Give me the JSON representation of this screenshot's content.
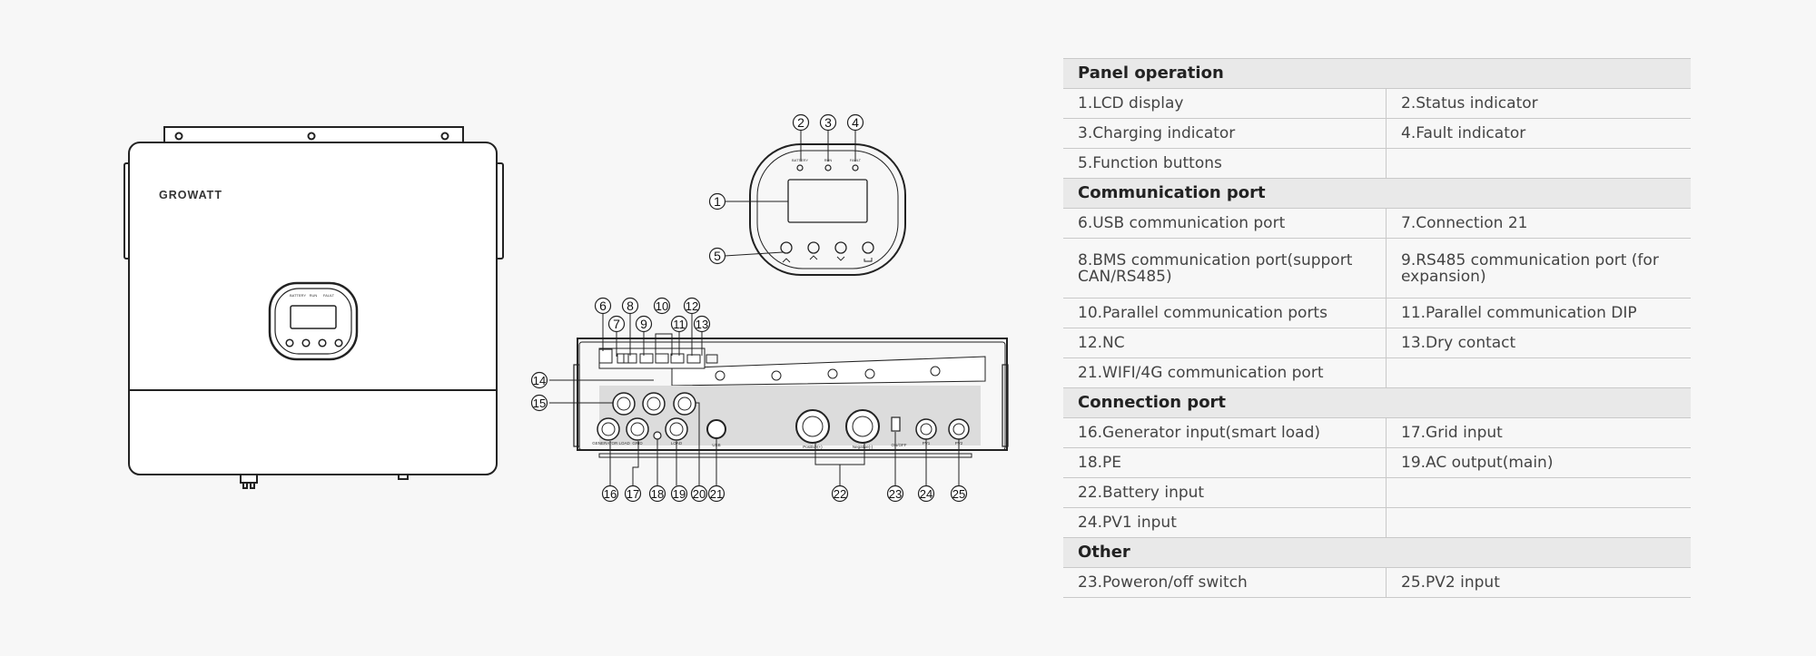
{
  "device": {
    "brand_logo": "GROWATT",
    "panel_labels": [
      "BATTERY",
      "RUN",
      "FAULT"
    ],
    "rear_labels": {
      "usb": "USB",
      "generator": "GENERATOR LOAD",
      "grid": "GRID",
      "load": "LOAD",
      "battery_pos": "Positive(+)",
      "battery_neg": "Negative(-)",
      "pv1": "PV1",
      "pv2": "PV2",
      "switch": "ON/OFF"
    },
    "callouts": [
      "1",
      "2",
      "3",
      "4",
      "5",
      "6",
      "7",
      "8",
      "9",
      "10",
      "11",
      "12",
      "13",
      "14",
      "15",
      "16",
      "17",
      "18",
      "19",
      "20",
      "21",
      "22",
      "23",
      "24",
      "25"
    ]
  },
  "table": {
    "sections": [
      {
        "title": "Panel operation",
        "rows": [
          [
            "1.LCD display",
            "2.Status indicator"
          ],
          [
            "3.Charging indicator",
            "4.Fault indicator"
          ],
          [
            "5.Function buttons",
            ""
          ]
        ]
      },
      {
        "title": "Communication port",
        "rows": [
          [
            "6.USB communication port",
            "7.Connection 21"
          ],
          [
            "8.BMS communication port(support CAN/RS485)",
            "9.RS485 communication port (for expansion)"
          ],
          [
            "10.Parallel communication ports",
            "11.Parallel communication DIP"
          ],
          [
            "12.NC",
            "13.Dry contact"
          ],
          [
            "21.WIFI/4G communication port",
            ""
          ]
        ]
      },
      {
        "title": "Connection port",
        "rows": [
          [
            "16.Generator input(smart load)",
            "17.Grid input"
          ],
          [
            "18.PE",
            "19.AC output(main)"
          ],
          [
            "22.Battery input",
            ""
          ],
          [
            "24.PV1 input",
            ""
          ]
        ]
      },
      {
        "title": "Other",
        "rows": [
          [
            "23.Poweron/off switch",
            "25.PV2 input"
          ]
        ]
      }
    ]
  }
}
